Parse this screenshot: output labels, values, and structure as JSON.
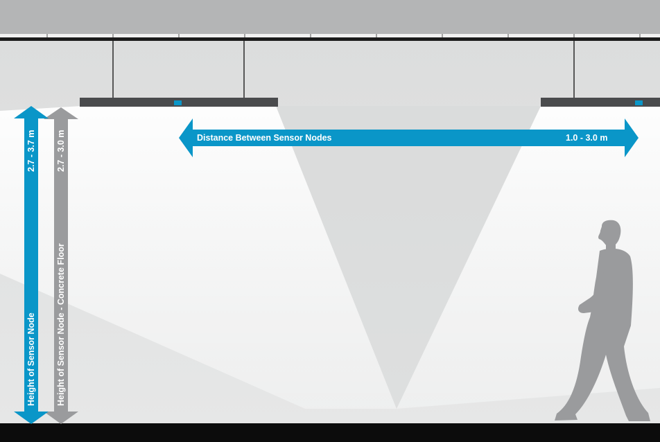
{
  "dimensions": {
    "horizontal": {
      "label": "Distance Between Sensor Nodes",
      "range": "1.0 - 3.0 m"
    },
    "sensor_height": {
      "label": "Height of Sensor Node",
      "range": "2.7 - 3.7 m"
    },
    "floor_height": {
      "label": "Height of Sensor Node - Concrete Floor",
      "range": "2.7 - 3.0 m"
    }
  },
  "colors": {
    "primary_arrow": "#0a96c8",
    "secondary_arrow": "#9a9b9d",
    "ceiling": "#b4b5b6",
    "fixture": "#4a4b4d",
    "sensor": "#0a96c8",
    "person": "#9a9b9d",
    "floor": "#0c0c0c",
    "wall": "#e3e4e4"
  },
  "icons": {
    "person": "walking-person-icon",
    "sensor": "sensor-node-icon"
  }
}
